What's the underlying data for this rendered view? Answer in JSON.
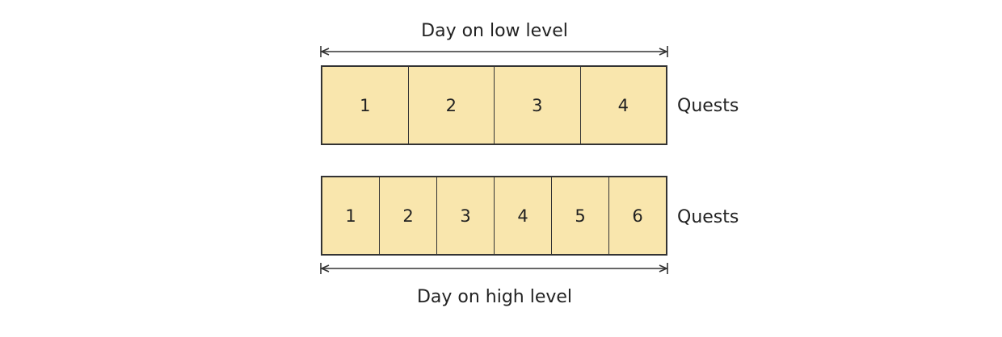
{
  "top_span": {
    "label": "Day on low level"
  },
  "bottom_span": {
    "label": "Day on high level"
  },
  "low_level_row": {
    "cells": [
      "1",
      "2",
      "3",
      "4"
    ],
    "side_label": "Quests"
  },
  "high_level_row": {
    "cells": [
      "1",
      "2",
      "3",
      "4",
      "5",
      "6"
    ],
    "side_label": "Quests"
  },
  "colors": {
    "cell_fill": "#f9e6ad",
    "line": "#333333"
  }
}
